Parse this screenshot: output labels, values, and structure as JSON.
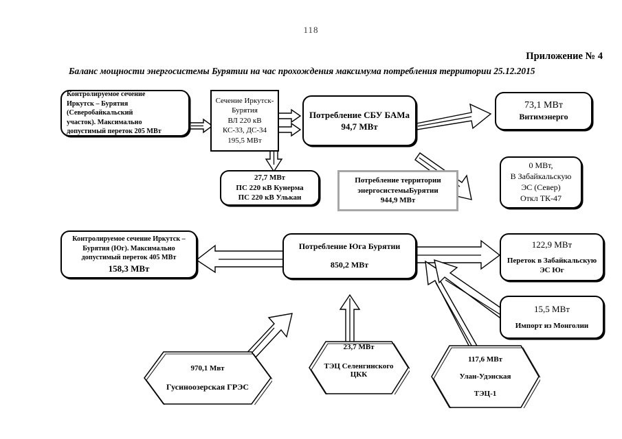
{
  "document": {
    "page_number": "118",
    "appendix": "Приложение № 4",
    "subtitle": "Баланс мощности энергосистемы Бурятии на час прохождения максимума потребления территории 25.12.2015"
  },
  "nodes": {
    "irkutsk_buryatia_north": {
      "lines": [
        "Контролируемое сечение",
        "Иркутск – Бурятия",
        "(Северобайкальский",
        "участок). Максимально",
        "допустимый переток 205 МВт"
      ]
    },
    "section_irkutsk_buryatia": {
      "lines": [
        "Сечение Иркутск-",
        "Бурятия",
        "ВЛ 220 кВ",
        "КС-33, ДС-34",
        "195,5 МВт"
      ]
    },
    "sbu_bama": {
      "lines": [
        "Потребление СБУ БАМа",
        "94,7 МВт"
      ]
    },
    "vitimenergo": {
      "lines": [
        "73,1 МВт",
        "Витимэнерго"
      ]
    },
    "ps_kunerma_ulkan": {
      "lines": [
        "27,7 МВт",
        "ПС 220 кВ Кунерма",
        "ПС 220 кВ Улькан"
      ]
    },
    "territory_consumption": {
      "lines": [
        "Потребление территории",
        "энергосистемыБурятии",
        "944,9 МВт"
      ]
    },
    "zabaikalskaya_north": {
      "lines": [
        "0 МВт,",
        "В Забайкальскую",
        "ЭС (Север)",
        "Откл ТК-47"
      ]
    },
    "irkutsk_buryatia_south": {
      "lines": [
        "Контролируемое сечение Иркутск –",
        "Бурятия (Юг). Максимально",
        "допустимый переток 405 МВт",
        "158,3 МВт"
      ]
    },
    "south_buryatia_consumption": {
      "lines": [
        "Потребление Юга Бурятии",
        "850,2 МВт"
      ]
    },
    "peretok_zabaikalskaya_south": {
      "lines": [
        "122,9 МВт",
        "Переток в Забайкальскую",
        "ЭС Юг"
      ]
    },
    "import_mongolia": {
      "lines": [
        "15,5 МВт",
        "Импорт из Монголии"
      ]
    },
    "gusinoozerskaya_gres": {
      "lines": [
        "970,1 Мвт",
        "Гусиноозерская ГРЭС"
      ]
    },
    "tec_selenginskogo": {
      "lines": [
        "23,7 МВт",
        "ТЭЦ Селенгинского",
        "ЦКК"
      ]
    },
    "ulan_ude_tec1": {
      "lines": [
        "117,6 МВт",
        "Улан-Удэнская",
        "ТЭЦ-1"
      ]
    }
  },
  "colors": {
    "ink": "#000000",
    "shadow_border": "#a6a6a6",
    "page_number": "#3a3a3a"
  }
}
